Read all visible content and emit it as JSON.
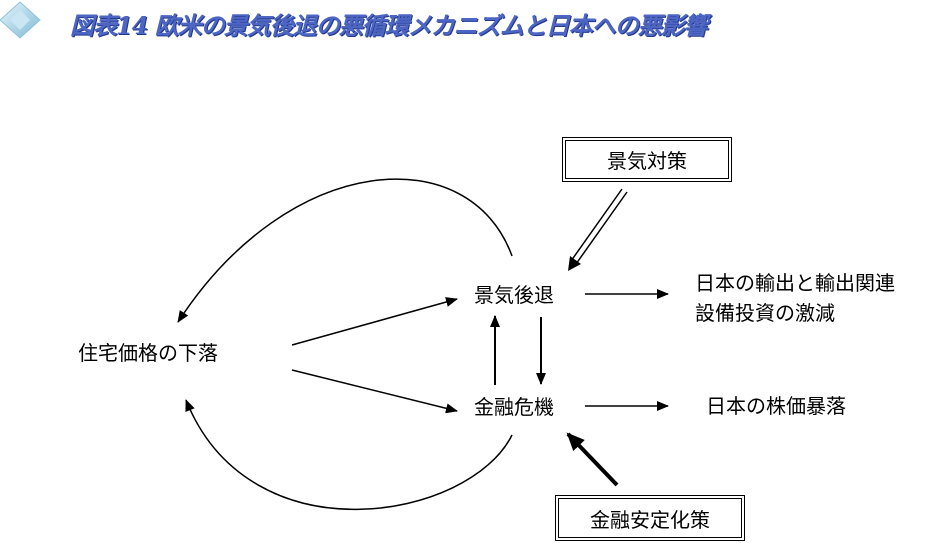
{
  "title": "図表14 欧米の景気後退の悪循環メカニズムと日本への悪影響",
  "icon": "diamond-bullet-icon",
  "colors": {
    "title": "#4d66c4",
    "title_shadow": "#23398f",
    "icon": "#a9d3e6"
  },
  "nodes": {
    "housing": "住宅価格の下落",
    "recession": "景気後退",
    "crisis": "金融危機",
    "exports_line1": "日本の輸出と輸出関連",
    "exports_line2": "設備投資の激減",
    "stocks": "日本の株価暴落"
  },
  "boxes": {
    "stimulus": "景気対策",
    "stabilization": "金融安定化策"
  }
}
